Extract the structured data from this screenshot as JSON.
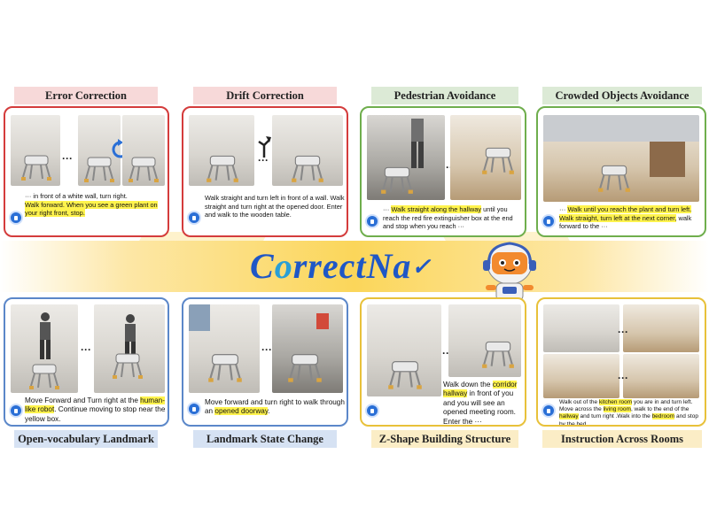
{
  "logo": {
    "prefix": "C",
    "mark": "o",
    "rest": "rrectNa",
    "tick": "✓"
  },
  "cards": {
    "error_correction": {
      "title": "Error Correction",
      "pre": "··· in front of a white wall, turn right.",
      "hl": "Walk forward. When you see a green plant on your right front, stop."
    },
    "drift_correction": {
      "title": "Drift Correction",
      "text": "Walk straight and turn left in front of a wall. Walk straight and turn right at the opened door. Enter and walk to the wooden table."
    },
    "pedestrian_avoidance": {
      "title": "Pedestrian Avoidance",
      "pre": "···",
      "hl": "Walk straight along the hallway",
      "post": "until you reach the red fire extinguisher box at the end and stop when you reach ···"
    },
    "crowded_objects": {
      "title": "Crowded Objects Avoidance",
      "pre": "···",
      "hl1": "Walk until you reach the plant and turn left.",
      "hl2": "Walk straight, turn left at the next corner,",
      "post": "walk forward to the ···"
    },
    "open_vocab": {
      "title": "Open-vocabulary Landmark",
      "pre": "Move Forward and Turn right at the",
      "hl": "human-like robot",
      "post": ". Continue moving to stop near the yellow box."
    },
    "landmark_state": {
      "title": "Landmark State Change",
      "pre": "Move forward and turn right to walk through an",
      "hl": "opened doorway",
      "post": "."
    },
    "z_shape": {
      "title": "Z-Shape Building Structure",
      "pre": "Walk down the",
      "hl": "corridor hallway",
      "post": "in front of you and you will see an opened meeting room. Enter the ···"
    },
    "across_rooms": {
      "title": "Instruction Across Rooms",
      "p1": "Walk out of the",
      "h1": "kitchen room",
      "p2": "you are in and turn left. Move across the",
      "h2": "living room",
      "p3": ", walk to the end of the",
      "h3": "hallway",
      "p4": "and turn right .Walk into the",
      "h4": "bedroom",
      "p5": "and stop by the bed."
    }
  },
  "ellipsis": "···",
  "colors": {
    "red": "#d43c3c",
    "green": "#6fae4d",
    "blue": "#5b87c9",
    "yellow": "#e8c13a",
    "highlight": "#fff34d",
    "logo": "#1f57c6"
  },
  "icons": [
    "speaker-icon",
    "rotate-arrow-icon",
    "turn-arrow-icon",
    "robot-dog",
    "mascot-robot"
  ]
}
